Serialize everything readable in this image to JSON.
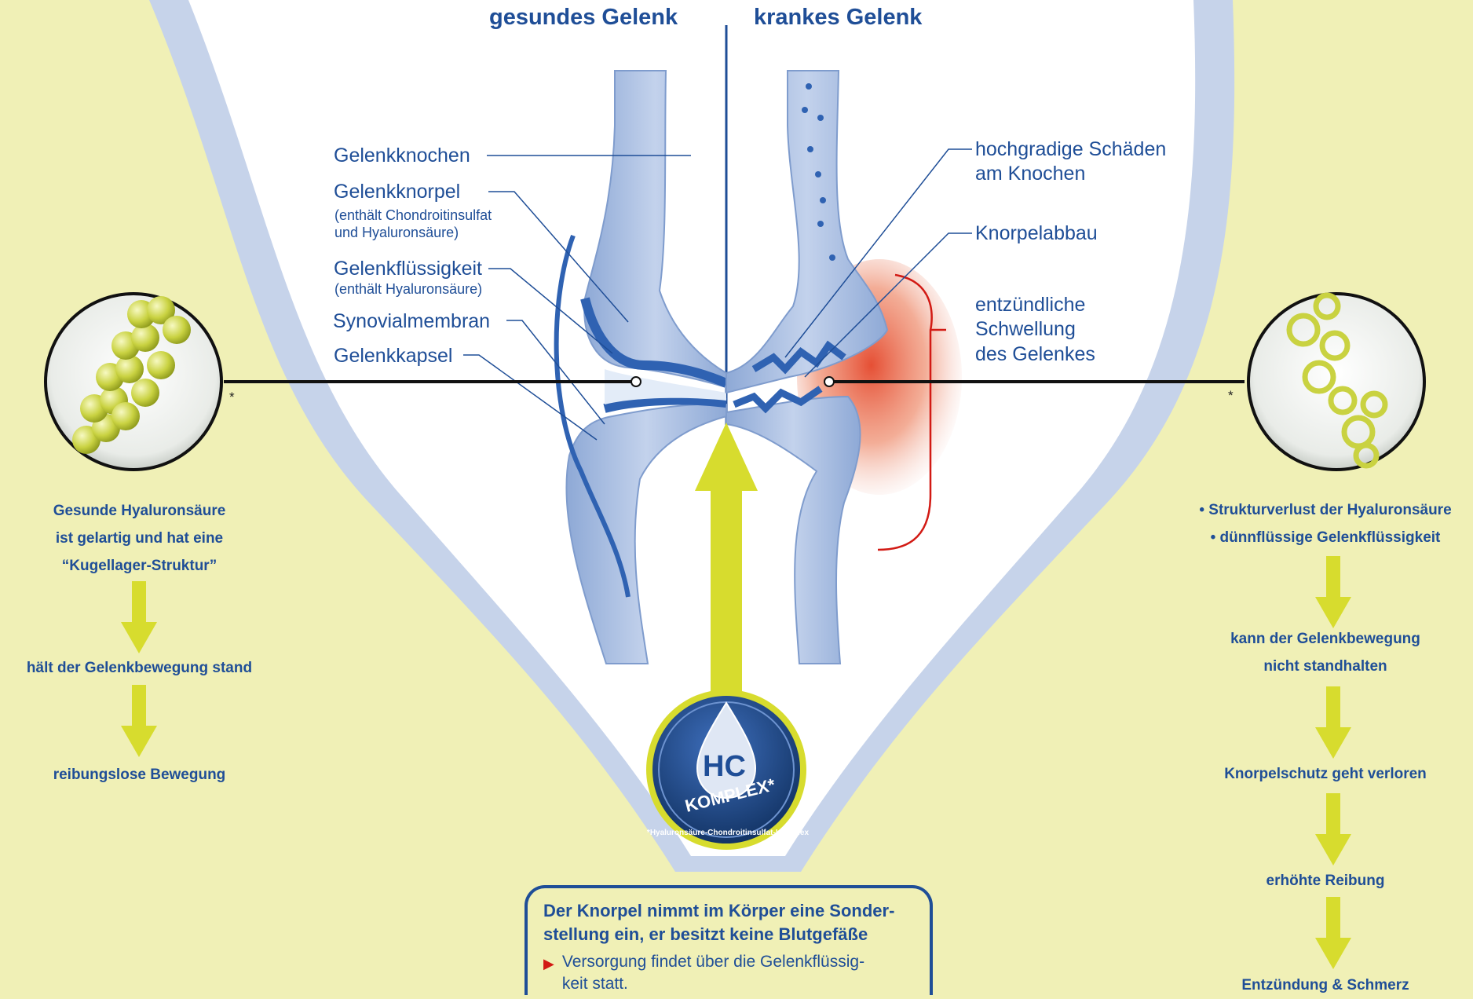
{
  "headers": {
    "left": "gesundes Gelenk",
    "right": "krankes Gelenk"
  },
  "left_labels": {
    "bone": "Gelenkknochen",
    "cartilage": "Gelenkknorpel",
    "cartilage_note_1": "(enthält Chondroitinsulfat",
    "cartilage_note_2": "und Hyaluronsäure)",
    "fluid": "Gelenkflüssigkeit",
    "fluid_note": "(enthält Hyaluronsäure)",
    "membrane": "Synovialmembran",
    "capsule": "Gelenkkapsel"
  },
  "right_labels": {
    "damage_1": "hochgradige Schäden",
    "damage_2": "am Knochen",
    "cartilage_loss": "Knorpelabbau",
    "swelling_1": "entzündliche",
    "swelling_2": "Schwellung",
    "swelling_3": "des Gelenkes"
  },
  "left_panel": {
    "line1": "Gesunde Hyaluronsäure",
    "line2": "ist gelartig und hat eine",
    "line3": "“Kugellager-Struktur”",
    "step1": "hält der Gelenkbewegung stand",
    "step2": "reibungslose Bewegung",
    "asterisk": "*"
  },
  "right_panel": {
    "line1": "• Strukturverlust der Hyaluronsäure",
    "line2": "• dünnflüssige Gelenkflüssigkeit",
    "step1a": "kann der Gelenkbewegung",
    "step1b": "nicht standhalten",
    "step2": "Knorpelschutz geht verloren",
    "step3": "erhöhte Reibung",
    "step4": "Entzündung & Schmerz",
    "asterisk": "*"
  },
  "badge": {
    "letters": "HC",
    "word": "KOMPLEX*",
    "ring_text": "*Hyaluronsäure-Chondroitinsulfat-Komplex"
  },
  "info_box": {
    "title_1": "Der Knorpel nimmt im Körper eine Sonder-",
    "title_2": "stellung ein, er besitzt keine Blutgefäße",
    "bullet_1": "Versorgung findet über die Gelenkflüssig-",
    "bullet_2": "keit statt."
  },
  "colors": {
    "background": "#f0f0b6",
    "text_blue": "#1f4e97",
    "arrow_yellow": "#d7dc2e",
    "inflammation_red": "#d21a14",
    "light_blue": "#c6d3ea"
  }
}
